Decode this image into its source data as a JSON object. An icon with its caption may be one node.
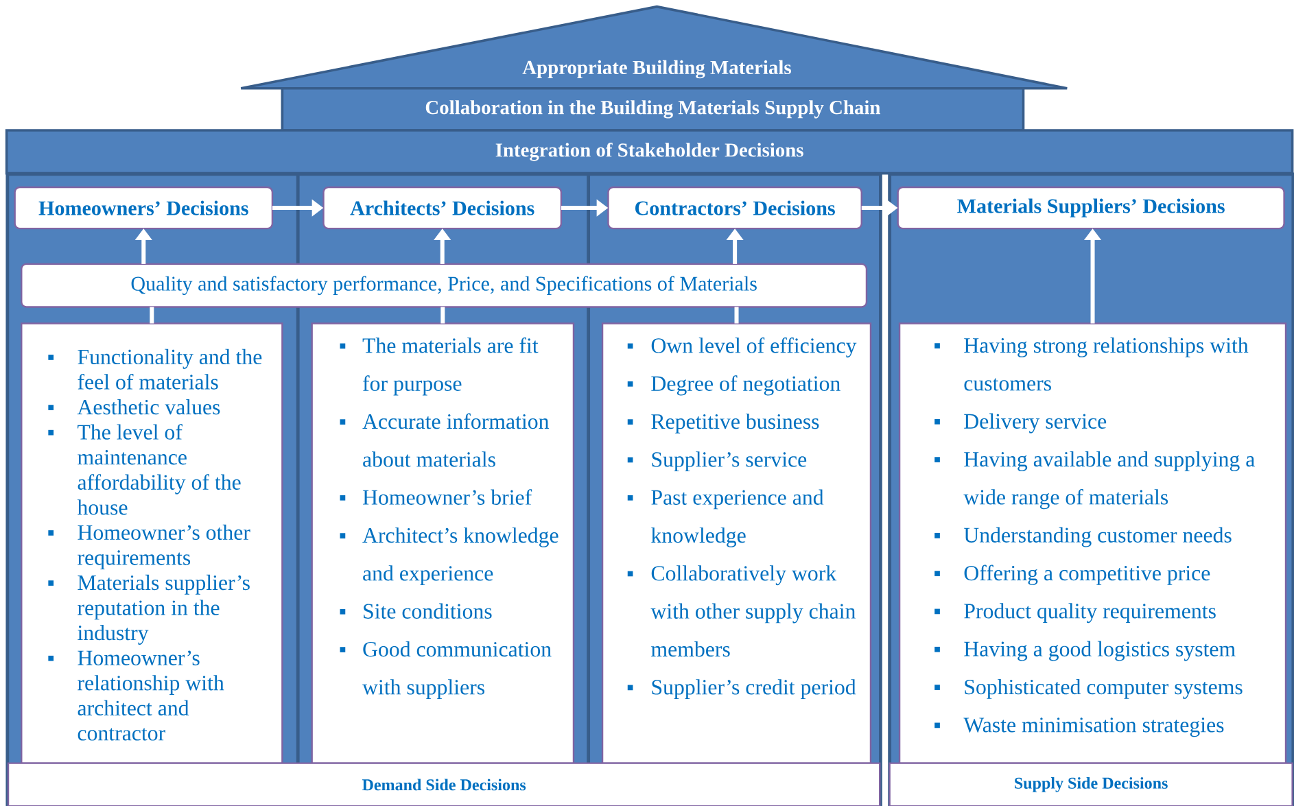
{
  "diagram": {
    "nodes": [
      {
        "text": [
          "Appropriate Building Materials"
        ]
      },
      {
        "text": [
          "Collaboration in the Building Materials Supply Chain"
        ]
      },
      {
        "text": [
          "Integration of Stakeholder Decisions"
        ]
      },
      {
        "text": [
          "Homeowners’ Decisions"
        ]
      },
      {
        "text": [
          "Architects’ Decisions"
        ]
      },
      {
        "text": [
          "Contractors’ Decisions"
        ]
      },
      {
        "text": [
          "Materials Suppliers’ Decisions"
        ]
      },
      {
        "text": [
          "Quality and satisfactory performance, Price, and Specifications of Materials"
        ]
      },
      {
        "text": [
          "Functionality and the feel of materials",
          "Aesthetic values",
          "The level of maintenance affordability of the house",
          "Homeowner’s other requirements",
          "Materials supplier’s reputation in the industry",
          "Homeowner’s relationship with architect and contractor"
        ]
      },
      {
        "text": [
          "The materials are fit for purpose",
          "Accurate information about materials",
          "Homeowner’s brief",
          "Architect’s knowledge and experience",
          "Site conditions",
          "Good communication with suppliers"
        ]
      },
      {
        "text": [
          "Own level of efficiency",
          "Degree of negotiation",
          "Repetitive business",
          "Supplier’s service",
          "Past experience and knowledge",
          "Collaboratively work with other supply chain members",
          "Supplier’s credit period"
        ]
      },
      {
        "text": [
          "Having strong relationships with customers",
          "Delivery service",
          "Having available and supplying a wide range of materials",
          "Understanding customer needs",
          "Offering a competitive price",
          "Product quality requirements",
          "Having a good logistics system",
          "Sophisticated computer systems",
          "Waste minimisation strategies"
        ]
      },
      {
        "text": [
          "Demand Side Decisions"
        ]
      },
      {
        "text": [
          "Supply Side Decisions"
        ]
      }
    ],
    "edges": [
      {
        "from": 3,
        "to": 4,
        "arrow": "to"
      },
      {
        "from": 4,
        "to": 5,
        "arrow": "to"
      },
      {
        "from": 5,
        "to": 6,
        "arrow": "to"
      },
      {
        "from": 7,
        "to": 3,
        "arrow": "to"
      },
      {
        "from": 7,
        "to": 4,
        "arrow": "to"
      },
      {
        "from": 7,
        "to": 5,
        "arrow": "to"
      },
      {
        "from": 8,
        "to": 7,
        "arrow": "none"
      },
      {
        "from": 9,
        "to": 7,
        "arrow": "none"
      },
      {
        "from": 10,
        "to": 7,
        "arrow": "none"
      },
      {
        "from": 11,
        "to": 6,
        "arrow": "to"
      }
    ]
  }
}
